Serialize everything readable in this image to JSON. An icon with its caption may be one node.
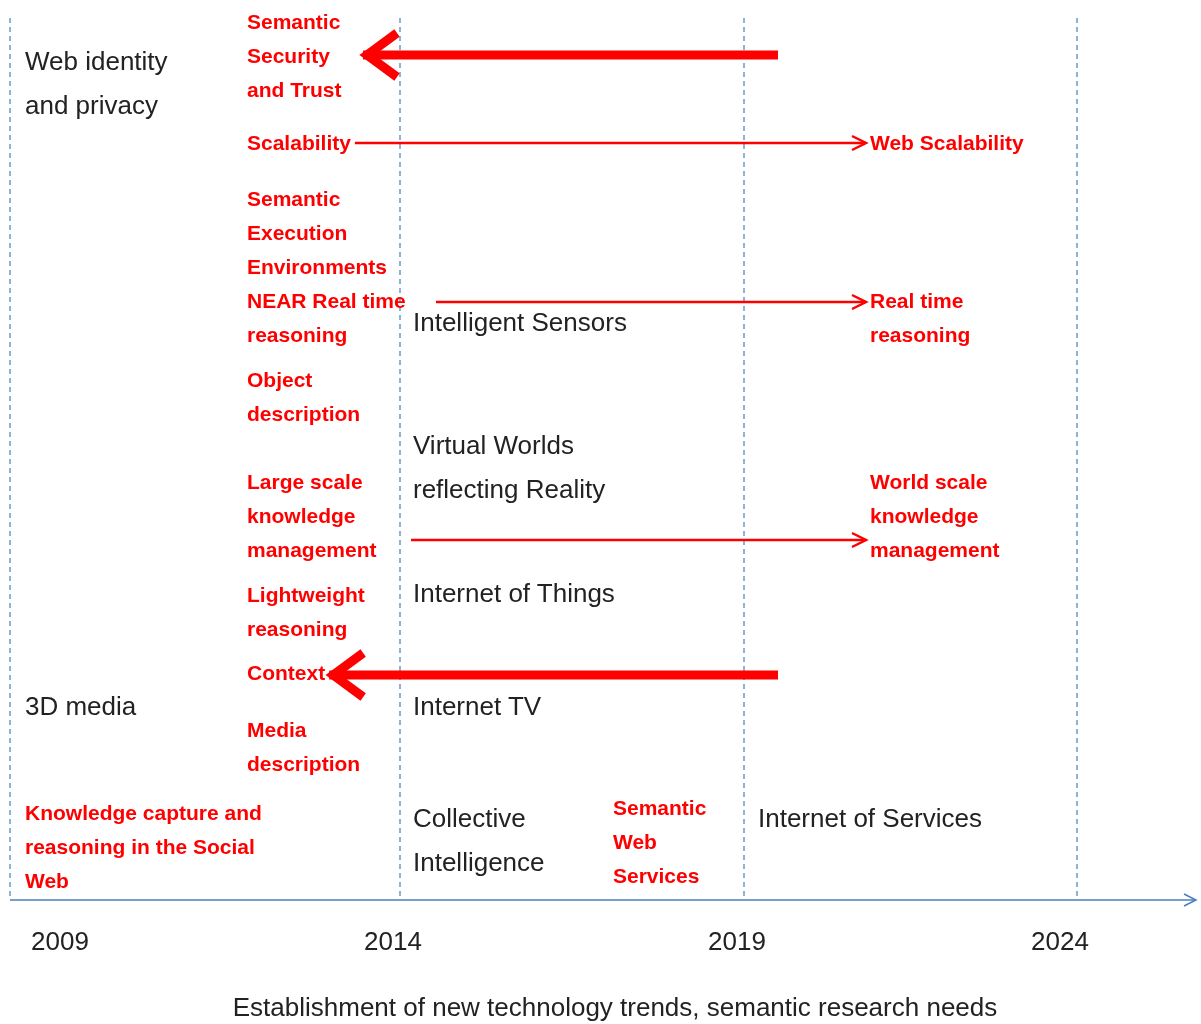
{
  "diagram": {
    "caption": "Establishment of new technology trends, semantic research needs",
    "nodes": [
      {
        "text": [
          "Semantic Security and Trust"
        ]
      },
      {
        "text": [
          "Scalability"
        ]
      },
      {
        "text": [
          "Web Scalability"
        ]
      },
      {
        "text": [
          "NEAR Real time reasoning"
        ]
      },
      {
        "text": [
          "Real time reasoning"
        ]
      },
      {
        "text": [
          "Large scale knowledge management"
        ]
      },
      {
        "text": [
          "World scale knowledge management"
        ]
      },
      {
        "text": [
          "Context"
        ]
      }
    ],
    "edges": [
      {
        "from": null,
        "to": 0,
        "arrow": "to",
        "style": "thick"
      },
      {
        "from": 1,
        "to": 2,
        "arrow": "to"
      },
      {
        "from": 3,
        "to": 4,
        "arrow": "to"
      },
      {
        "from": 5,
        "to": 6,
        "arrow": "to"
      },
      {
        "from": null,
        "to": 7,
        "arrow": "to",
        "style": "thick"
      }
    ],
    "labels": [
      "Web identity and privacy",
      "Semantic Execution Environments",
      "Intelligent Sensors",
      "Object description",
      "Virtual Worlds reflecting Reality",
      "Internet of Things",
      "Lightweight reasoning",
      "3D media",
      "Internet TV",
      "Media description",
      "Knowledge capture and reasoning in the Social Web",
      "Collective Intelligence",
      "Semantic Web Services",
      "Internet of Services",
      "2009",
      "2014",
      "2019",
      "2024"
    ]
  }
}
